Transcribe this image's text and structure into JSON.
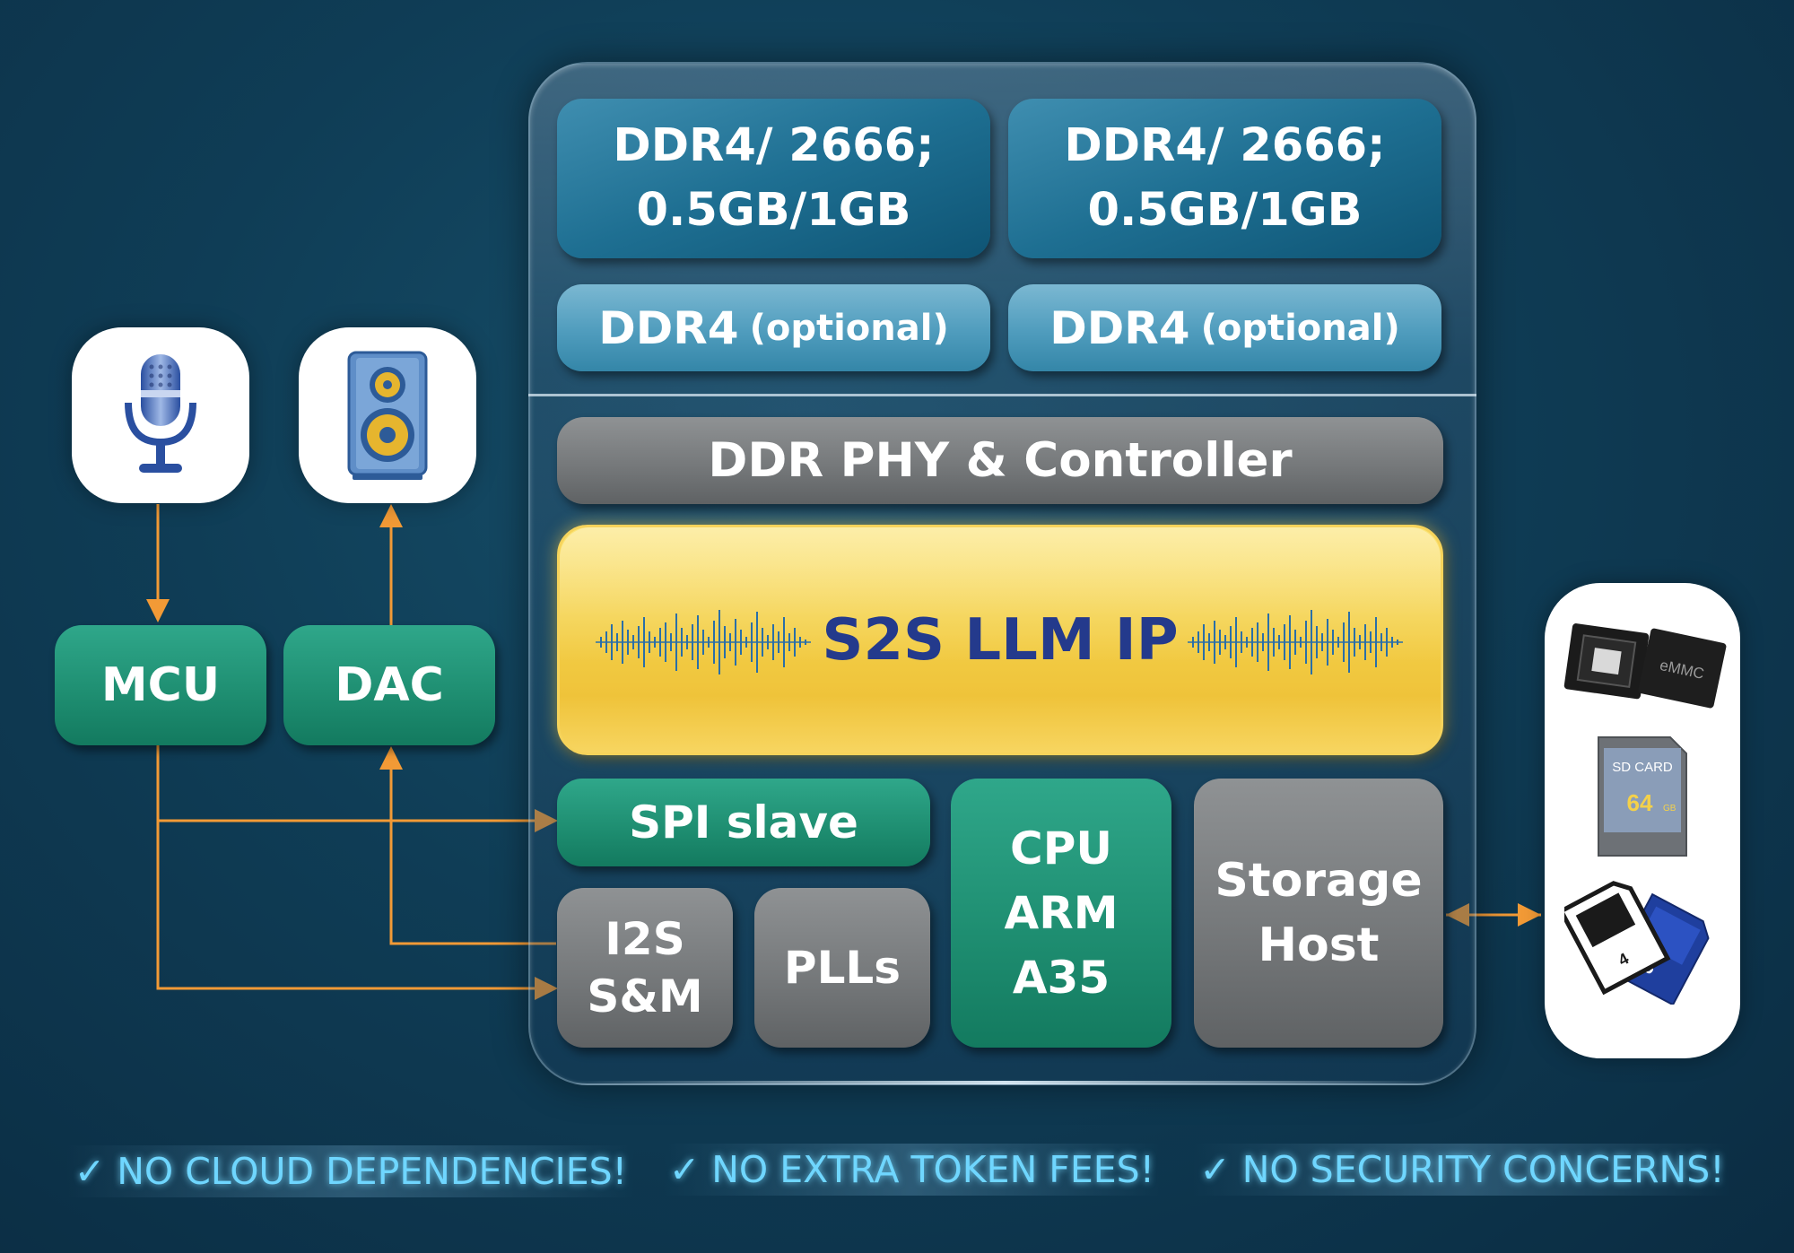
{
  "ddr_main": [
    {
      "line1": "DDR4/ 2666;",
      "line2": "0.5GB/1GB"
    },
    {
      "line1": "DDR4/ 2666;",
      "line2": "0.5GB/1GB"
    }
  ],
  "ddr_optional": [
    {
      "label": "DDR4",
      "note": "(optional)"
    },
    {
      "label": "DDR4",
      "note": "(optional)"
    }
  ],
  "ddr_phy": "DDR PHY & Controller",
  "s2s": "S2S LLM IP",
  "spi": "SPI slave",
  "i2s": {
    "line1": "I2S",
    "line2": "S&M"
  },
  "plls": "PLLs",
  "cpu": {
    "line1": "CPU",
    "line2": "ARM",
    "line3": "A35"
  },
  "storage": {
    "line1": "Storage",
    "line2": "Host"
  },
  "mcu": "MCU",
  "dac": "DAC",
  "icons": {
    "mic": "microphone-icon",
    "speaker": "speaker-icon",
    "emmc": "emmc-chip-icon",
    "sd64": "sd-card-64gb-icon",
    "sdhc": "sdhc-cards-icon"
  },
  "storage_media": {
    "emmc": "eMMC",
    "sd_card": "SD CARD",
    "sd_size": "64",
    "sd_unit": "GB",
    "sdhc_small": "4",
    "sdhc_large": "16"
  },
  "checks": [
    "✓ NO CLOUD DEPENDENCIES!",
    "✓ NO EXTRA TOKEN FEES!",
    "✓ NO SECURITY CONCERNS!"
  ],
  "colors": {
    "arrow": "#f29a36",
    "green": "#1f8f72",
    "teal_dark": "#0e5474",
    "gold": "#f4d14a",
    "navy_text": "#243a8c",
    "check_text": "#6fd6ff"
  }
}
